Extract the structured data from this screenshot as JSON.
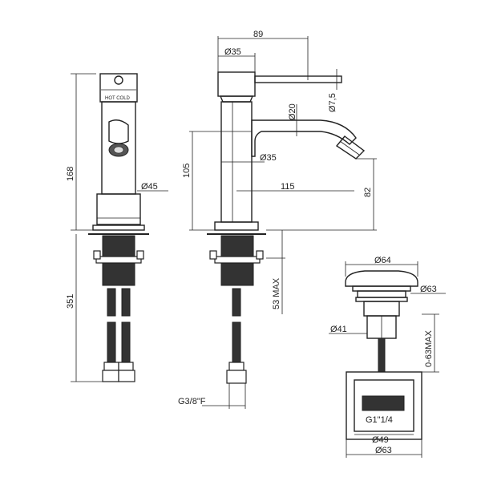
{
  "dimensions": {
    "height_total": "168",
    "hose_length": "351",
    "body_diameter": "Ø45",
    "reach": "89",
    "handle_diameter": "Ø35",
    "handle_rod": "Ø7,5",
    "spout_diameter": "Ø20",
    "column_diameter": "Ø35",
    "spout_height": "105",
    "spout_reach": "115",
    "spout_outlet_height": "82",
    "deck_thickness": "53 MAX",
    "hose_connection": "G3/8\"F"
  },
  "waste": {
    "cap_diameter": "Ø64",
    "flange_diameter": "Ø63",
    "stem_diameter": "Ø41",
    "adjust_range": "0-63MAX",
    "thread": "G1\"1/4",
    "inner_diameter": "Ø49",
    "base_diameter": "Ø63"
  }
}
